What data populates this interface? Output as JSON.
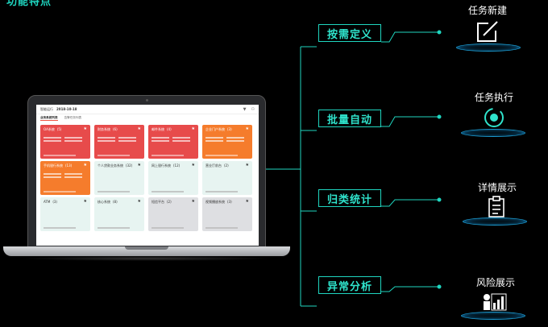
{
  "header": {
    "partial_text": "功能特点"
  },
  "screen": {
    "title": "智能运行",
    "date": "2018-10-18",
    "tabs": [
      "业务系统列表",
      "告警任务列表"
    ],
    "cards": [
      {
        "name": "OA系统",
        "count": "(5)",
        "style": "red"
      },
      {
        "name": "财务系统",
        "count": "(6)",
        "style": "red"
      },
      {
        "name": "邮件系统",
        "count": "(4)",
        "style": "red"
      },
      {
        "name": "企业门户系统",
        "count": "(3)",
        "style": "orange"
      },
      {
        "name": "手机银行系统",
        "count": "(13)",
        "style": "orange"
      },
      {
        "name": "个人贷款业务系统",
        "count": "(32)",
        "style": "mint"
      },
      {
        "name": "网上银行系统",
        "count": "(12)",
        "style": "mint"
      },
      {
        "name": "营业厅前台",
        "count": "(2)",
        "style": "mint"
      },
      {
        "name": "ATM",
        "count": "(3)",
        "style": "mint"
      },
      {
        "name": "核心系统",
        "count": "(8)",
        "style": "mint"
      },
      {
        "name": "短信平台",
        "count": "(2)",
        "style": "gray"
      },
      {
        "name": "视频播放系统",
        "count": "(3)",
        "style": "gray"
      }
    ]
  },
  "categories": [
    "按需定义",
    "批量自动",
    "归类统计",
    "异常分析"
  ],
  "features": [
    {
      "label": "任务新建",
      "icon": "edit-icon"
    },
    {
      "label": "任务执行",
      "icon": "power-icon"
    },
    {
      "label": "详情展示",
      "icon": "clipboard-icon"
    },
    {
      "label": "风险展示",
      "icon": "risk-chart-icon"
    }
  ],
  "colors": {
    "accent": "#1fd6c0",
    "red": "#e74b4b",
    "orange": "#f57c2c",
    "glow": "#1c9bd0"
  }
}
